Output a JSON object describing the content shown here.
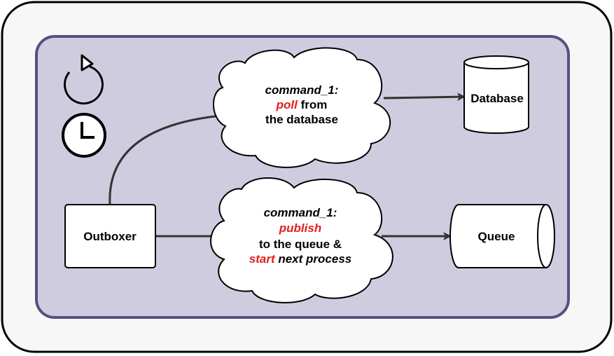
{
  "colors": {
    "outer_fill": "#f7f7f7",
    "inner_fill": "#d0cce0",
    "inner_border": "#56517e",
    "highlight": "#e0201c",
    "stroke": "#000000",
    "connector": "#333333"
  },
  "icons": {
    "loop": "refresh-icon",
    "timer": "clock-icon"
  },
  "nodes": {
    "outboxer": "Outboxer",
    "database": "Database",
    "queue": "Queue"
  },
  "clouds": {
    "poll": {
      "line1": "command_1:",
      "line2_verb": "poll",
      "line2_rest": " from",
      "line3": "the database"
    },
    "publish": {
      "line1": "command_1:",
      "line2_verb": "publish",
      "line3": "to the queue &",
      "line4_verb": "start",
      "line4_rest": " next process"
    }
  }
}
